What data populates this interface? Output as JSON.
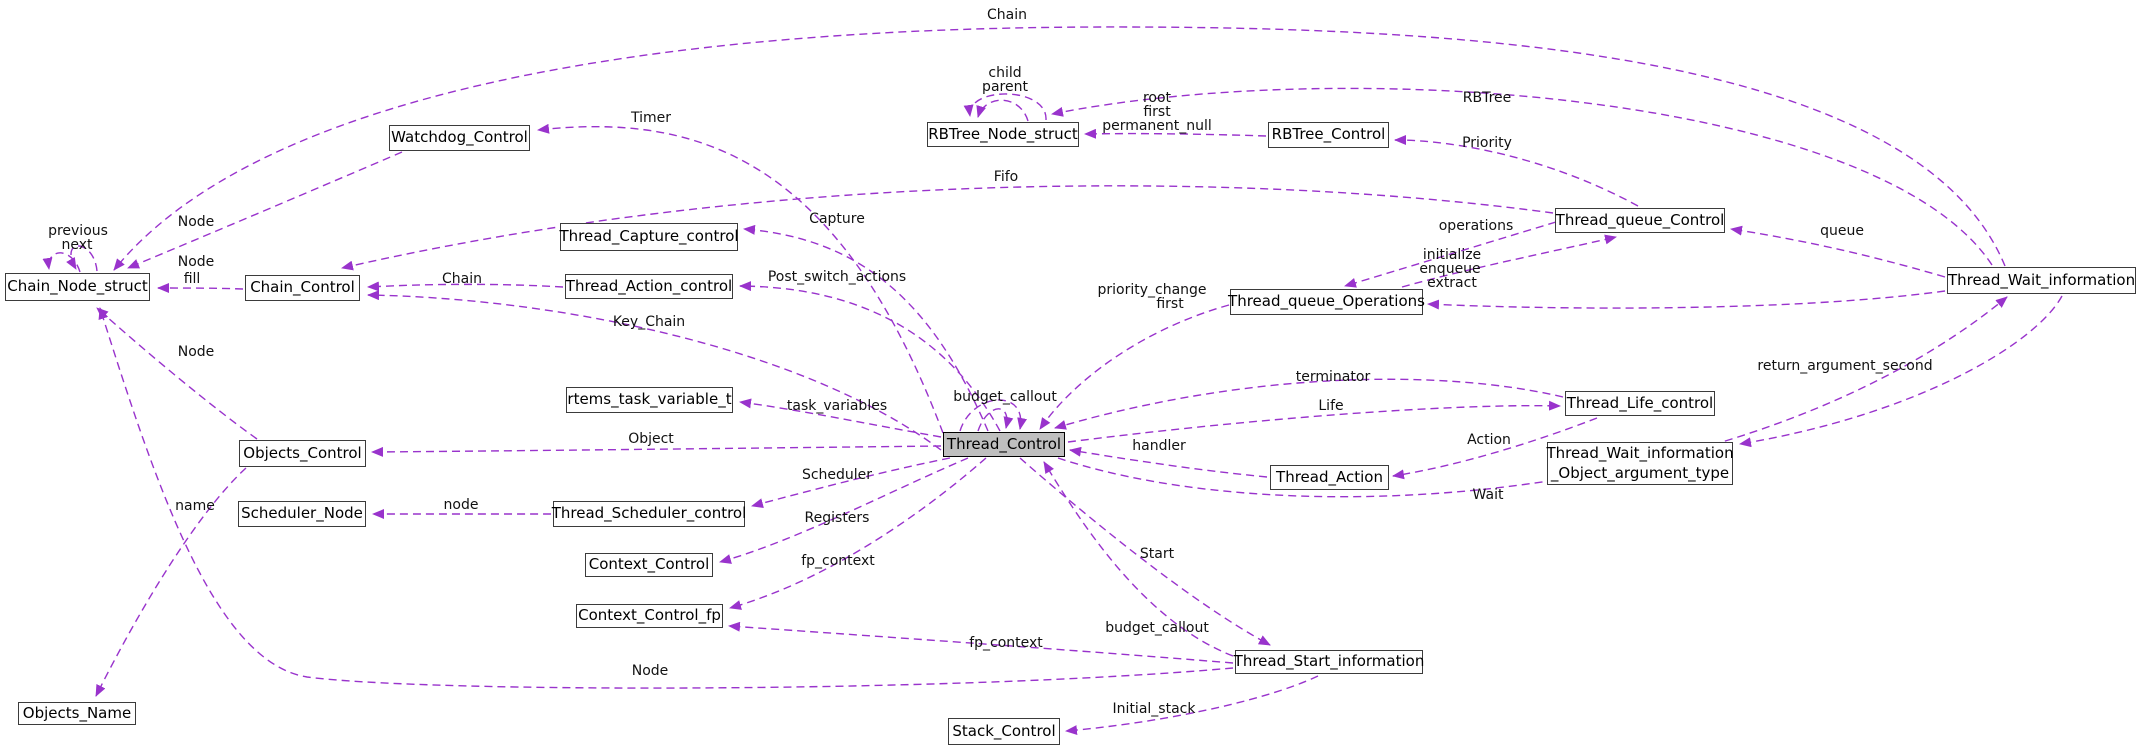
{
  "diagram": {
    "type": "doxygen-collaboration-graph",
    "background_color": "#ffffff",
    "edge_color": "#9933cc",
    "node_border_color": "#3b3b3b",
    "highlight_node_fill": "#bfbfbf",
    "nodes": [
      {
        "id": "chain-node-struct",
        "label": "Chain_Node_struct"
      },
      {
        "id": "watchdog-control",
        "label": "Watchdog_Control"
      },
      {
        "id": "rbtree-node-struct",
        "label": "RBTree_Node_struct"
      },
      {
        "id": "rbtree-control",
        "label": "RBTree_Control"
      },
      {
        "id": "thread-queue-control",
        "label": "Thread_queue_Control"
      },
      {
        "id": "thread-wait-information",
        "label": "Thread_Wait_information"
      },
      {
        "id": "chain-control",
        "label": "Chain_Control"
      },
      {
        "id": "thread-capture-control",
        "label": "Thread_Capture_control"
      },
      {
        "id": "thread-action-control",
        "label": "Thread_Action_control"
      },
      {
        "id": "thread-queue-operations",
        "label": "Thread_queue_Operations"
      },
      {
        "id": "rtems-task-variable-t",
        "label": "rtems_task_variable_t"
      },
      {
        "id": "thread-control",
        "label": "Thread_Control"
      },
      {
        "id": "thread-life-control",
        "label": "Thread_Life_control"
      },
      {
        "id": "thread-wait-information-object-argument-type",
        "label": "Thread_Wait_information\n_Object_argument_type"
      },
      {
        "id": "objects-control",
        "label": "Objects_Control"
      },
      {
        "id": "thread-action",
        "label": "Thread_Action"
      },
      {
        "id": "scheduler-node",
        "label": "Scheduler_Node"
      },
      {
        "id": "thread-scheduler-control",
        "label": "Thread_Scheduler_control"
      },
      {
        "id": "context-control",
        "label": "Context_Control"
      },
      {
        "id": "context-control-fp",
        "label": "Context_Control_fp"
      },
      {
        "id": "thread-start-information",
        "label": "Thread_Start_information"
      },
      {
        "id": "objects-name",
        "label": "Objects_Name"
      },
      {
        "id": "stack-control",
        "label": "Stack_Control"
      }
    ],
    "edge_labels": [
      {
        "id": "chain-top",
        "text": "Chain"
      },
      {
        "id": "child",
        "text": "child"
      },
      {
        "id": "parent",
        "text": "parent"
      },
      {
        "id": "root",
        "text": "root"
      },
      {
        "id": "first",
        "text": "first"
      },
      {
        "id": "permanent-null",
        "text": "permanent_null"
      },
      {
        "id": "rbtree",
        "text": "RBTree"
      },
      {
        "id": "priority",
        "text": "Priority"
      },
      {
        "id": "timer",
        "text": "Timer"
      },
      {
        "id": "fifo",
        "text": "Fifo"
      },
      {
        "id": "node-watchdog",
        "text": "Node"
      },
      {
        "id": "previous",
        "text": "previous"
      },
      {
        "id": "next",
        "text": "next"
      },
      {
        "id": "node-fill-a",
        "text": "Node"
      },
      {
        "id": "node-fill-b",
        "text": "fill"
      },
      {
        "id": "capture",
        "text": "Capture"
      },
      {
        "id": "operations-queue-control",
        "text": "operations"
      },
      {
        "id": "queue",
        "text": "queue"
      },
      {
        "id": "initialize",
        "text": "initialize"
      },
      {
        "id": "enqueue",
        "text": "enqueue"
      },
      {
        "id": "extract",
        "text": "extract"
      },
      {
        "id": "chain-action",
        "text": "Chain"
      },
      {
        "id": "post-switch-actions",
        "text": "Post_switch_actions"
      },
      {
        "id": "priority-change",
        "text": "priority_change"
      },
      {
        "id": "priority-change-first",
        "text": "first"
      },
      {
        "id": "key-chain",
        "text": "Key_Chain"
      },
      {
        "id": "node-objects",
        "text": "Node"
      },
      {
        "id": "terminator",
        "text": "terminator"
      },
      {
        "id": "return-argument-second",
        "text": "return_argument_second"
      },
      {
        "id": "budget-callout-self",
        "text": "budget_callout"
      },
      {
        "id": "task-variables",
        "text": "task_variables"
      },
      {
        "id": "life",
        "text": "Life"
      },
      {
        "id": "object",
        "text": "Object"
      },
      {
        "id": "handler",
        "text": "handler"
      },
      {
        "id": "action",
        "text": "Action"
      },
      {
        "id": "scheduler",
        "text": "Scheduler"
      },
      {
        "id": "name",
        "text": "name"
      },
      {
        "id": "node-scheduler",
        "text": "node"
      },
      {
        "id": "wait",
        "text": "Wait"
      },
      {
        "id": "registers",
        "text": "Registers"
      },
      {
        "id": "fp-context-1",
        "text": "fp_context"
      },
      {
        "id": "start",
        "text": "Start"
      },
      {
        "id": "budget-callout-start",
        "text": "budget_callout"
      },
      {
        "id": "fp-context-2",
        "text": "fp_context"
      },
      {
        "id": "node-start",
        "text": "Node"
      },
      {
        "id": "initial-stack",
        "text": "Initial_stack"
      }
    ]
  }
}
